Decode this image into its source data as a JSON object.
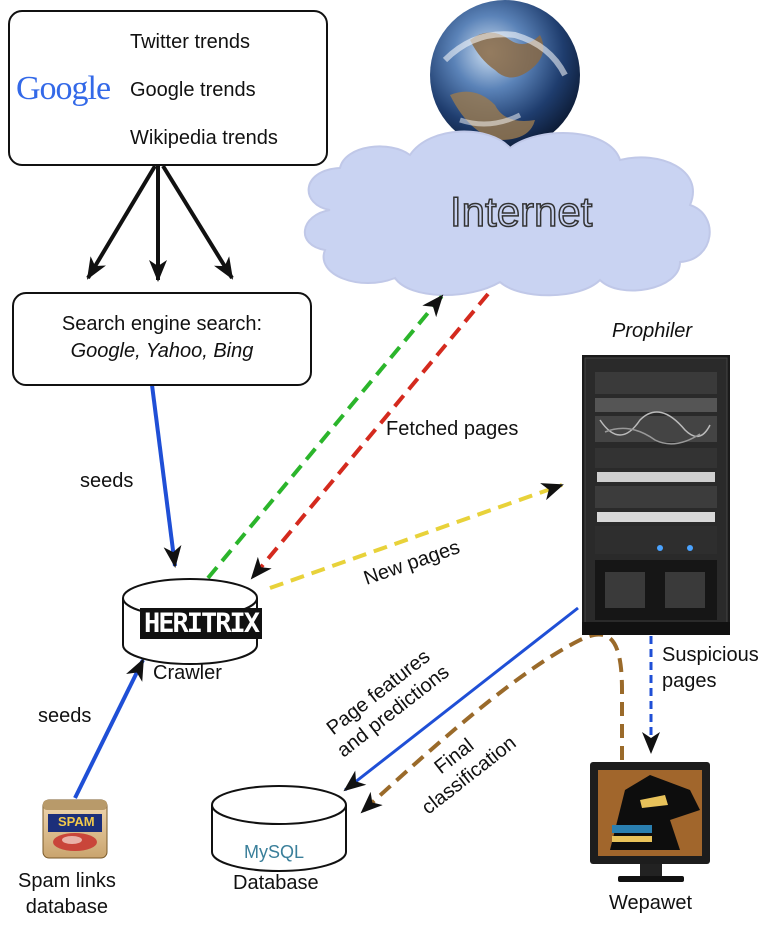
{
  "trends": {
    "twitter": "Twitter trends",
    "google_logo": "Google",
    "google": "Google trends",
    "wikipedia": "Wikipedia trends"
  },
  "search": {
    "title": "Search engine search:",
    "engines": "Google, Yahoo, Bing"
  },
  "internet": {
    "label": "Internet"
  },
  "crawler": {
    "logo": "HERITRIX",
    "label": "Crawler"
  },
  "prophiler": {
    "label": "Prophiler"
  },
  "spam": {
    "can_text": "SPAM",
    "label_line1": "Spam links",
    "label_line2": "database"
  },
  "database": {
    "logo": "MySQL",
    "label": "Database"
  },
  "wepawet": {
    "label": "Wepawet"
  },
  "edges": {
    "seeds_search": "seeds",
    "seeds_spam": "seeds",
    "fetched_pages": "Fetched pages",
    "new_pages": "New pages",
    "features_line1": "Page features",
    "features_line2": "and predictions",
    "final_line1": "Final",
    "final_line2": "classification",
    "suspicious_line1": "Suspicious",
    "suspicious_line2": "pages"
  },
  "colors": {
    "seeds_arrow": "#1f4fd6",
    "request_arrow": "#2bb52b",
    "fetched_arrow": "#d42a1e",
    "new_pages_arrow": "#e8d23a",
    "features_arrow": "#1f4fd6",
    "classification_arrow": "#9a6a2a",
    "suspicious_arrow": "#1f4fd6",
    "cloud": "#c9d3f2"
  }
}
